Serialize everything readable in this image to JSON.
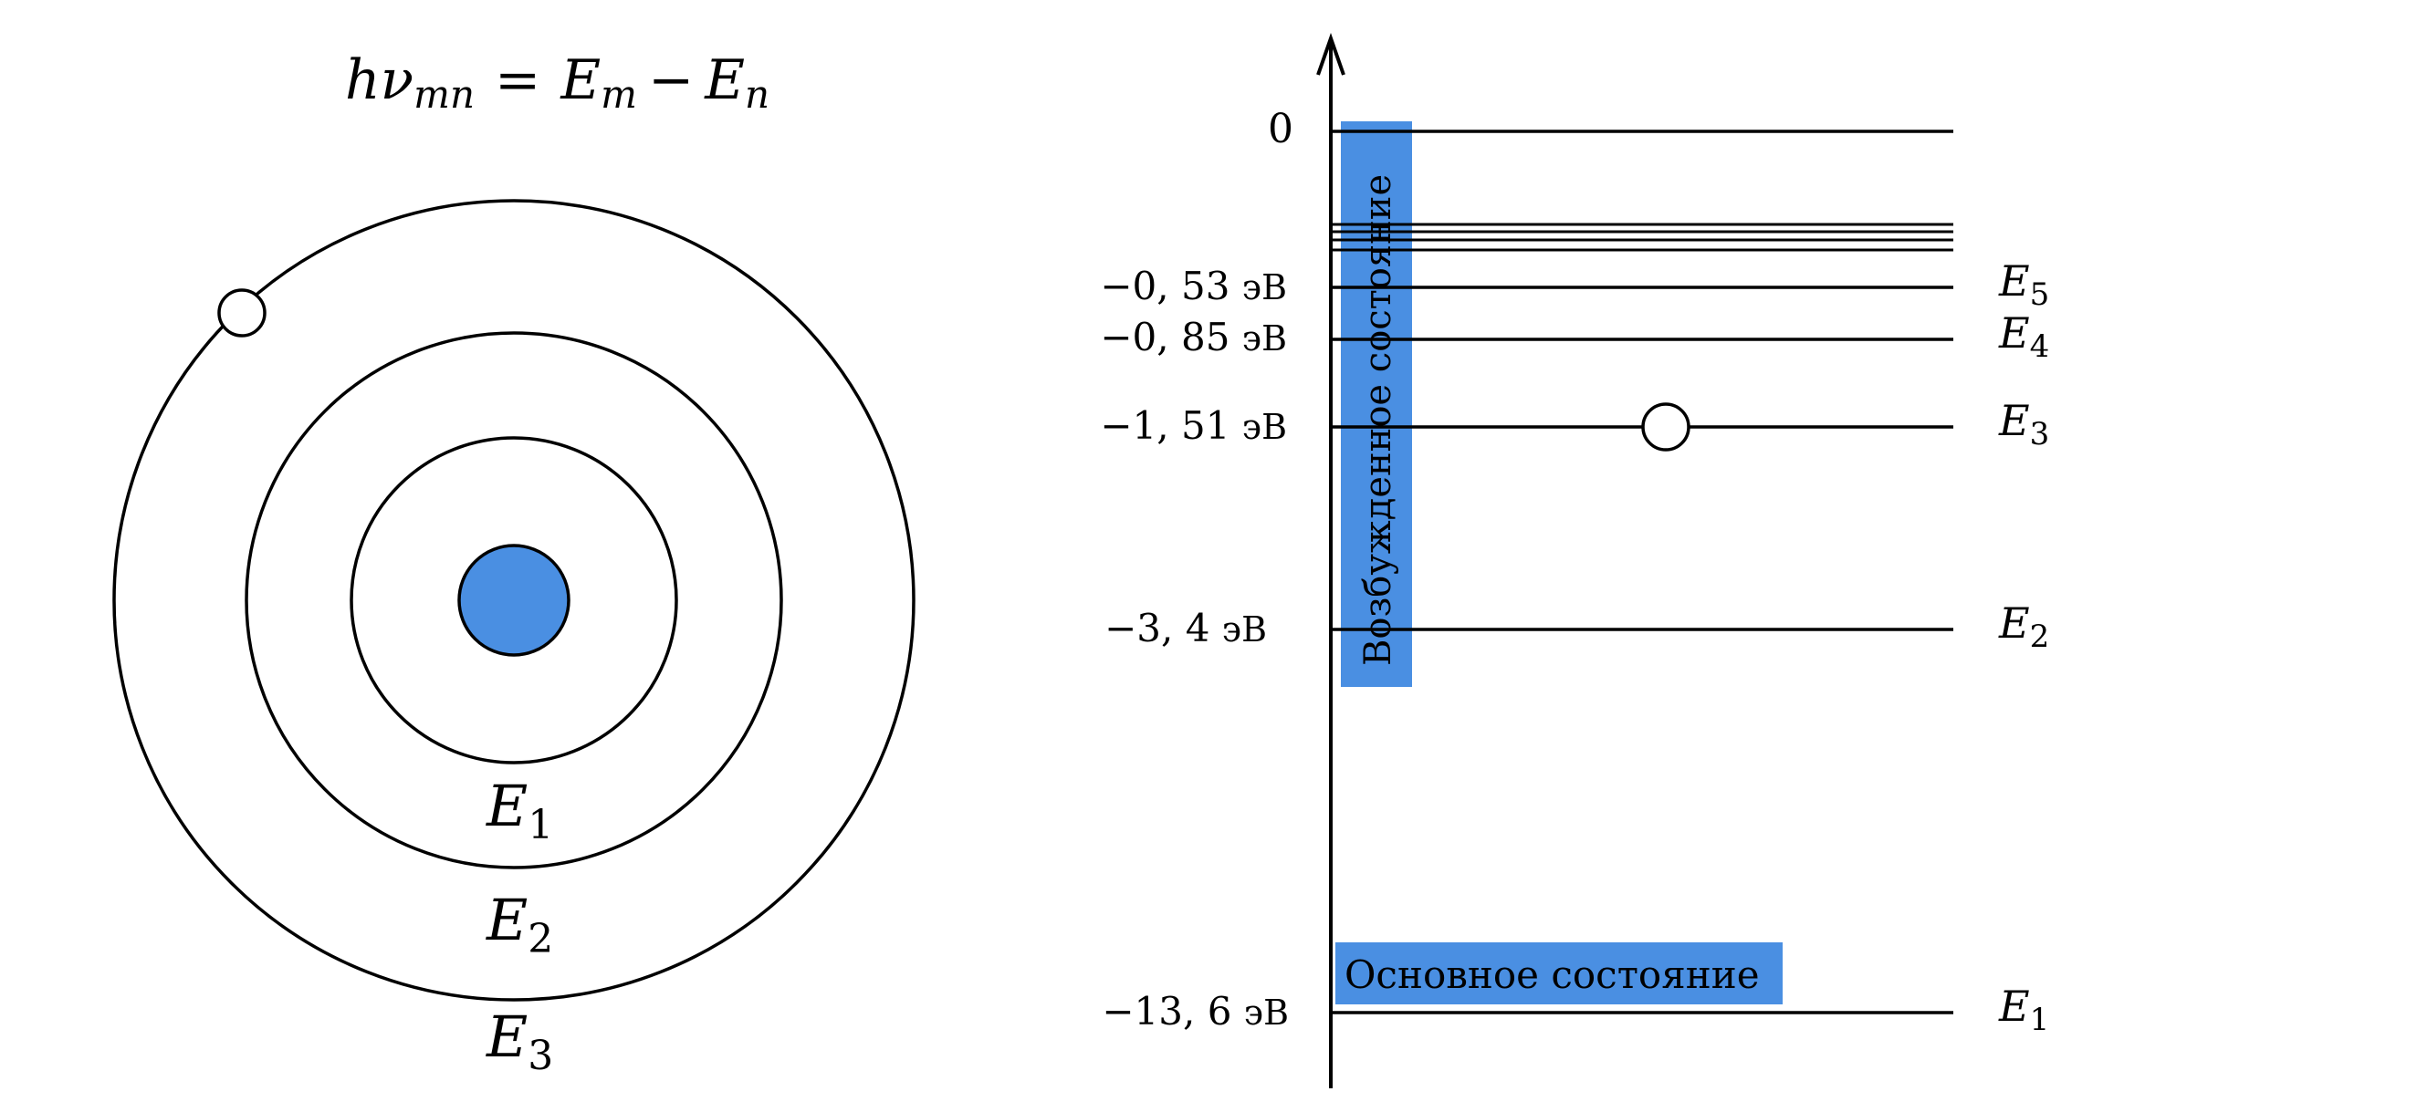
{
  "formula": {
    "h": "h",
    "nu": "ν",
    "nu_sub": "mn",
    "eq": "=",
    "Em": "E",
    "Em_sub": "m",
    "minus": "−",
    "En": "E",
    "En_sub": "n"
  },
  "atom": {
    "orbits": [
      {
        "E": "E",
        "sub": "1"
      },
      {
        "E": "E",
        "sub": "2"
      },
      {
        "E": "E",
        "sub": "3"
      }
    ],
    "nucleus_color": "#4a8fe2"
  },
  "levels": {
    "zero": "0",
    "items": [
      {
        "value": "−0, 53",
        "unit": "эВ",
        "E": "E",
        "sub": "5"
      },
      {
        "value": "−0, 85",
        "unit": "эВ",
        "E": "E",
        "sub": "4"
      },
      {
        "value": "−1, 51",
        "unit": "эВ",
        "E": "E",
        "sub": "3"
      },
      {
        "value": "−3, 4",
        "unit": "эВ",
        "E": "E",
        "sub": "2"
      },
      {
        "value": "−13, 6",
        "unit": "эВ",
        "E": "E",
        "sub": "1"
      }
    ]
  },
  "excited_label": "Возбужденное состояние",
  "ground_label": "Основное состояние",
  "accent_color": "#4a8fe2"
}
